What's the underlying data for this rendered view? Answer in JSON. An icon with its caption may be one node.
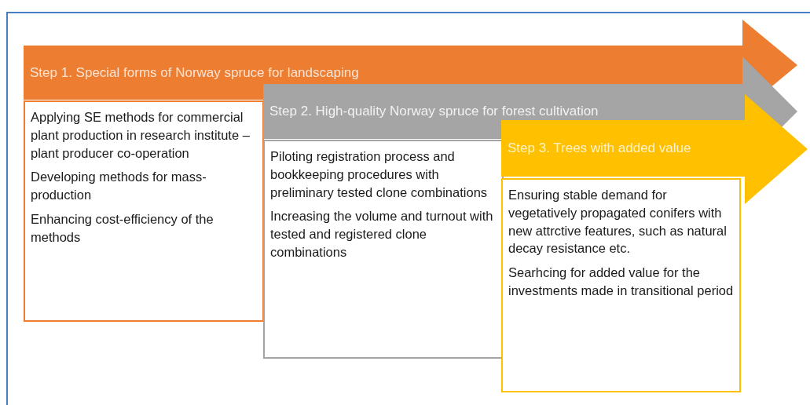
{
  "diagram": {
    "nodes": [
      {
        "text": [
          "Step 1. Special forms of Norway spruce for landscaping"
        ]
      },
      {
        "text": [
          "Applying SE methods for commercial plant production in research institute – plant producer co-operation",
          "Developing methods for mass-production",
          "Enhancing cost-efficiency of the methods"
        ]
      },
      {
        "text": [
          "Step 2. High-quality Norway spruce for forest cultivation"
        ]
      },
      {
        "text": [
          "Piloting registration process and bookkeeping procedures with preliminary tested clone combinations",
          "Increasing the volume and turnout with tested and registered clone combinations"
        ]
      },
      {
        "text": [
          "Step 3. Trees with added value"
        ]
      },
      {
        "text": [
          "Ensuring stable demand for vegetatively propagated conifers with new attrctive features, such as natural decay resistance etc.",
          "Searhcing for added value for the investments made in transitional period"
        ]
      }
    ]
  }
}
